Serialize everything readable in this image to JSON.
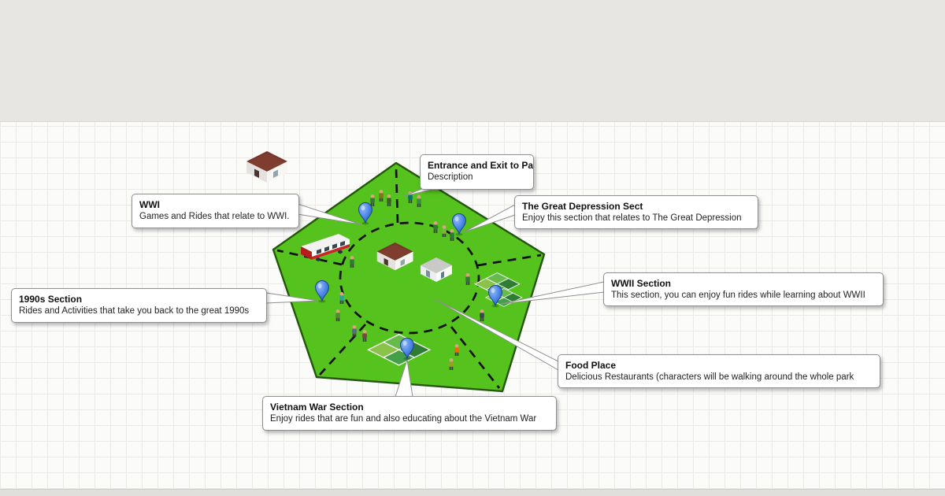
{
  "canvas": {
    "top_band_color": "#e7e6e3",
    "paper_color": "#fbfbfa",
    "grid_color": "#e9e9e6",
    "bottom_band_color": "#e0dfdc"
  },
  "park": {
    "pentagon_fill": "#55c21d",
    "pentagon_stroke": "#24570d",
    "path_dash_color": "#111111",
    "pin_color": "#4a86e8"
  },
  "icons": {
    "map_pin_icon": "blue teardrop marker",
    "house_icon": "isometric house",
    "shed_icon": "isometric shed",
    "bus_icon": "isometric shuttle bus",
    "garden_plot_icon": "isometric crop field",
    "person_icon": "park visitor figure"
  },
  "callouts": [
    {
      "id": "entrance",
      "title": "Entrance and Exit to Pa",
      "description": "Description"
    },
    {
      "id": "wwi",
      "title": "WWI",
      "description": "Games and Rides that relate to WWI."
    },
    {
      "id": "great-depression",
      "title": "The Great Depression Sect",
      "description": "Enjoy this section that relates to The Great Depression"
    },
    {
      "id": "nineties",
      "title": "1990s Section",
      "description": "Rides and Activities that take you back to the great 1990s"
    },
    {
      "id": "wwii",
      "title": "WWII Section",
      "description": "This section, you can enjoy fun rides while learning about WWII"
    },
    {
      "id": "food",
      "title": "Food Place",
      "description": "Delicious Restaurants (characters will be walking around the whole park"
    },
    {
      "id": "vietnam",
      "title": "Vietnam War Section",
      "description": "Enjoy rides that are fun and also educating about the Vietnam War"
    }
  ]
}
